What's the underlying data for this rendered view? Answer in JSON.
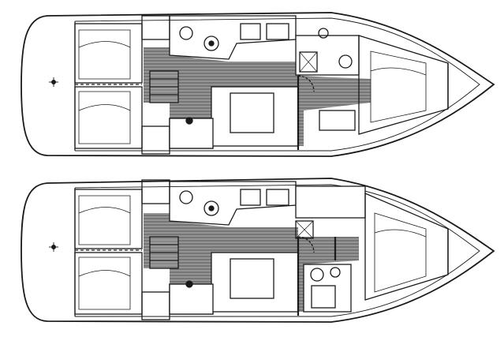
{
  "diagram": {
    "type": "yacht-deck-layout",
    "layouts": [
      {
        "name": "layout-top",
        "cabins": 3,
        "heads": 2
      },
      {
        "name": "layout-bottom",
        "cabins": 3,
        "heads": 2
      }
    ]
  },
  "colors": {
    "line": "#1a1a1a",
    "floor": "#8c8c8c",
    "floor_stripe": "#5a5a5a",
    "background": "#ffffff"
  }
}
